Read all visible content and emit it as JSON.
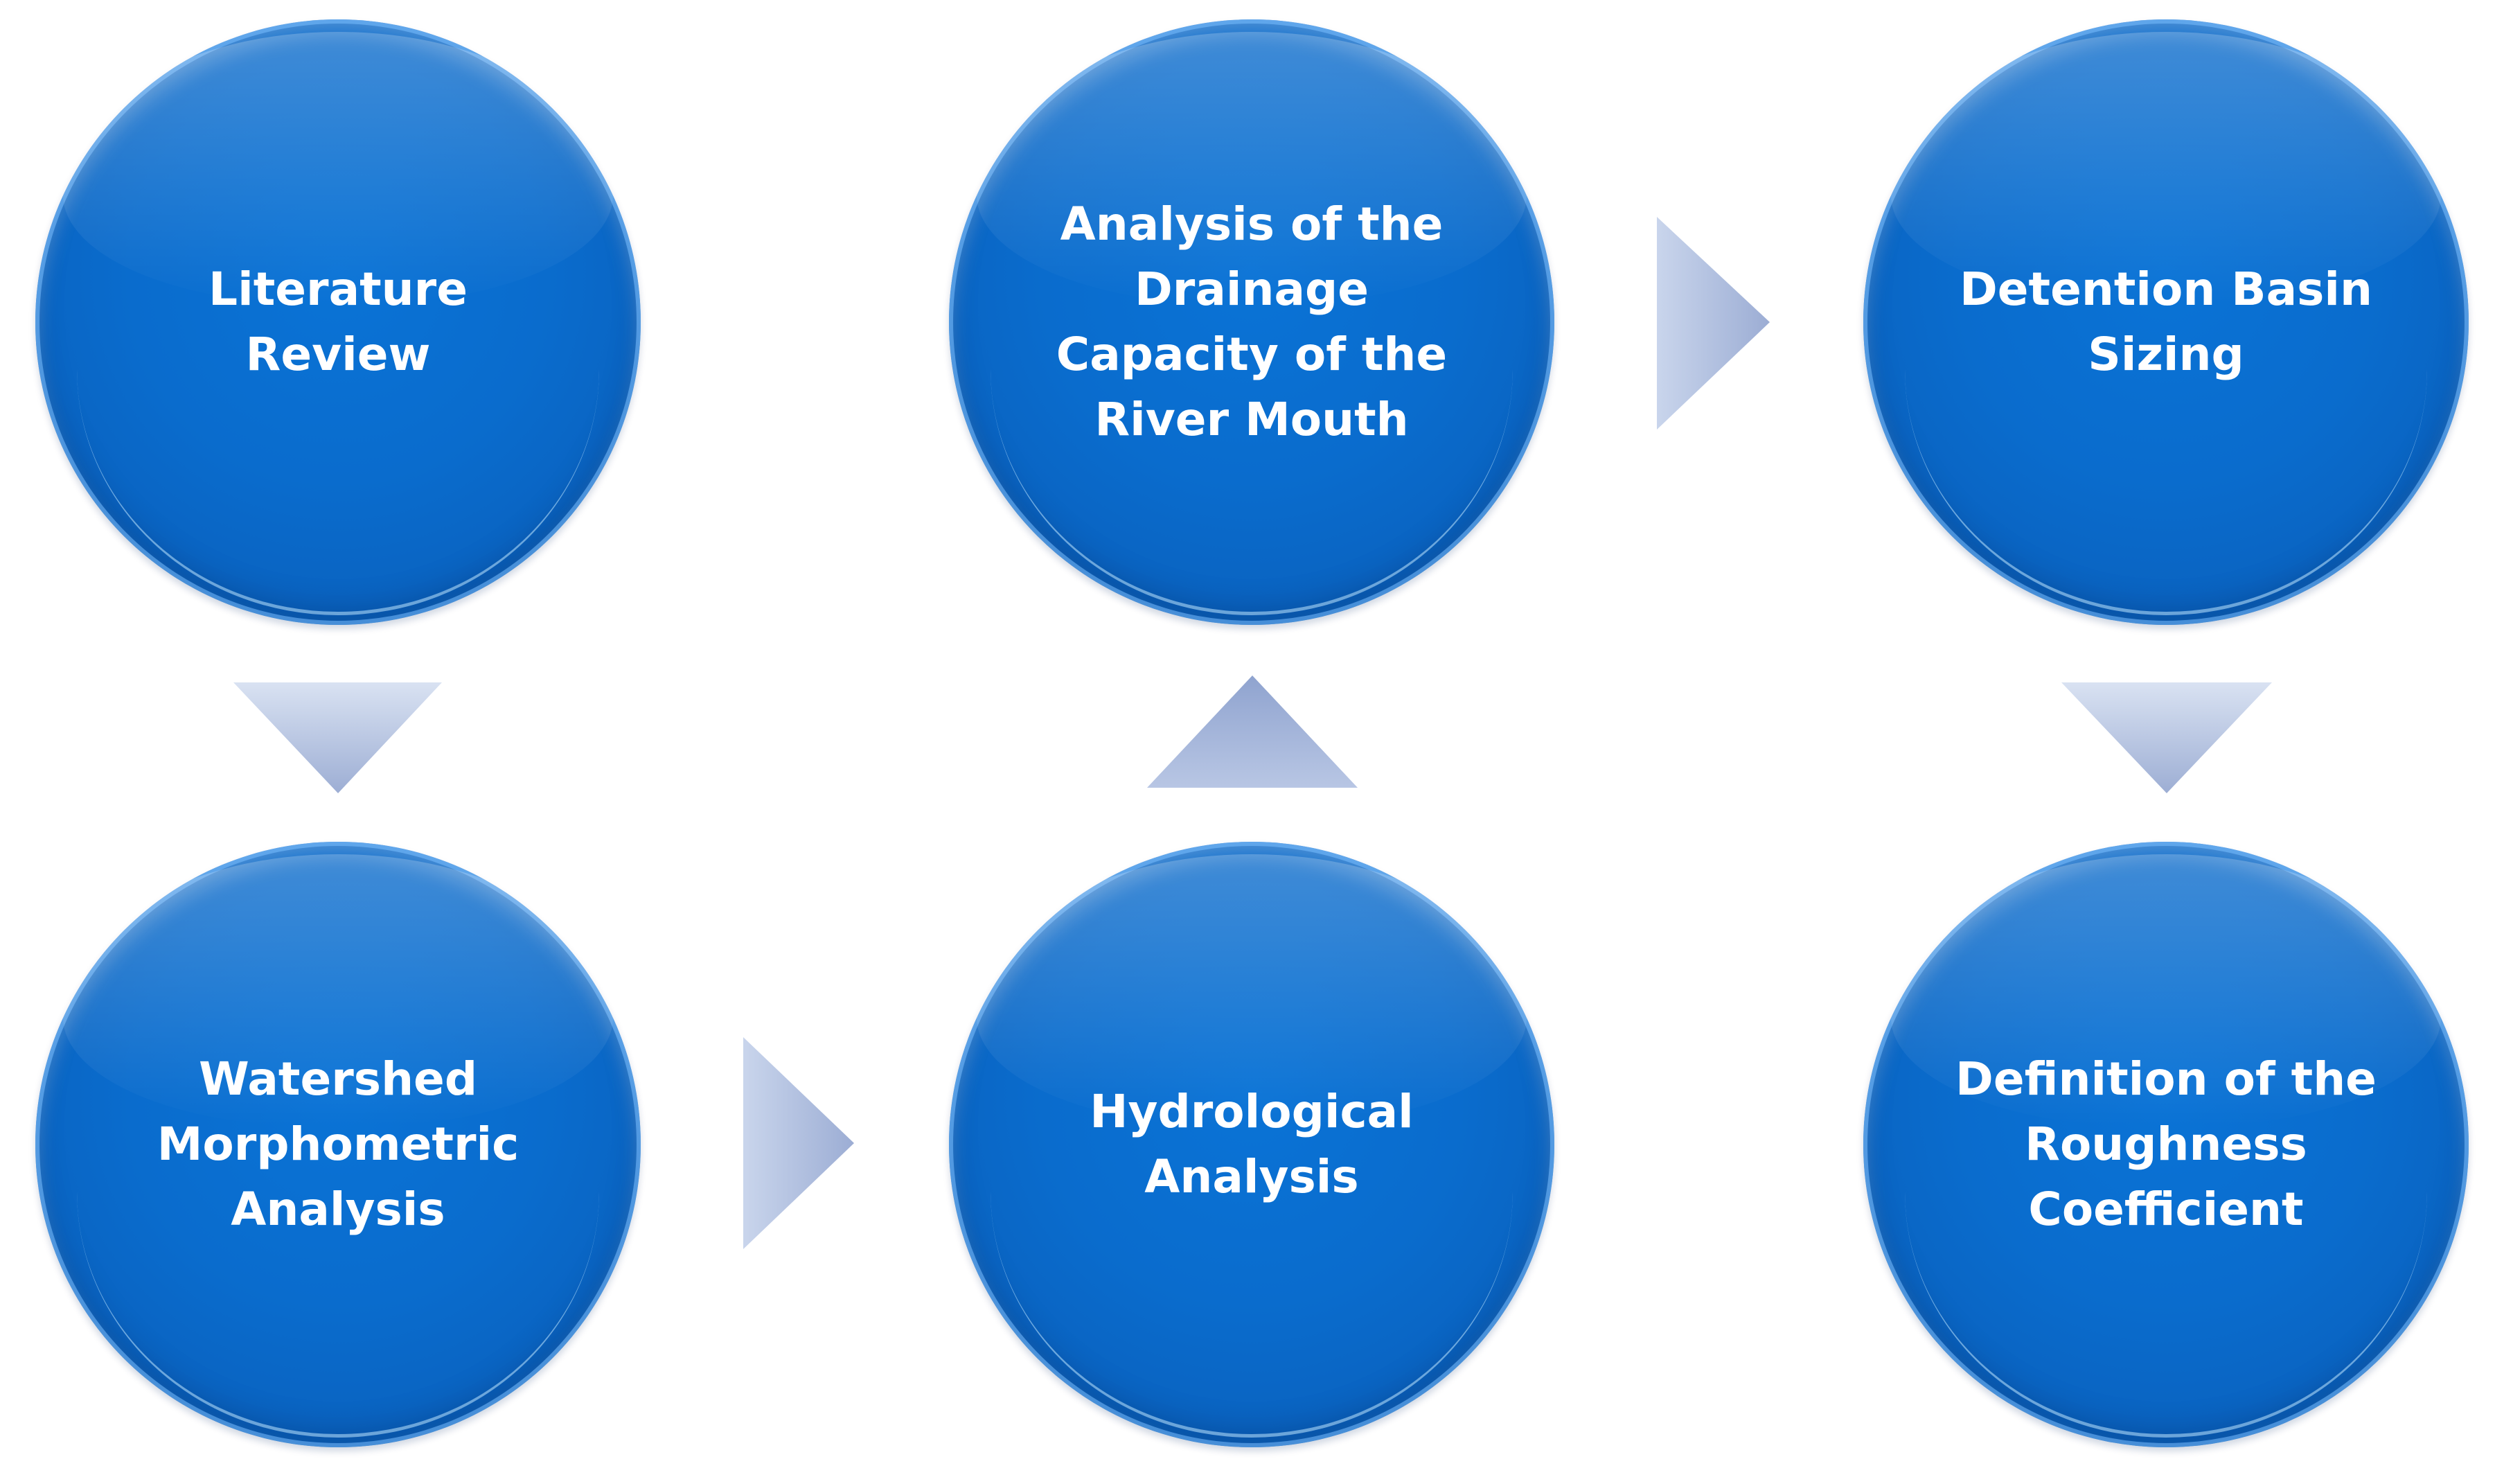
{
  "diagram": {
    "steps": [
      {
        "label": "Literature\nReview"
      },
      {
        "label": "Watershed\nMorphometric\nAnalysis"
      },
      {
        "label": "Hydrological\nAnalysis"
      },
      {
        "label": "Analysis of the\nDrainage\nCapacity of the\nRiver Mouth"
      },
      {
        "label": "Detention Basin\nSizing"
      },
      {
        "label": "Definition of the\nRoughness\nCoefficient"
      }
    ],
    "colors": {
      "node_fill": "#0a6ccd",
      "node_rim": "#7fc2ff",
      "arrow_fill_light": "#d6dff0",
      "arrow_fill_dark": "#9fb0d6",
      "text": "#ffffff"
    }
  }
}
